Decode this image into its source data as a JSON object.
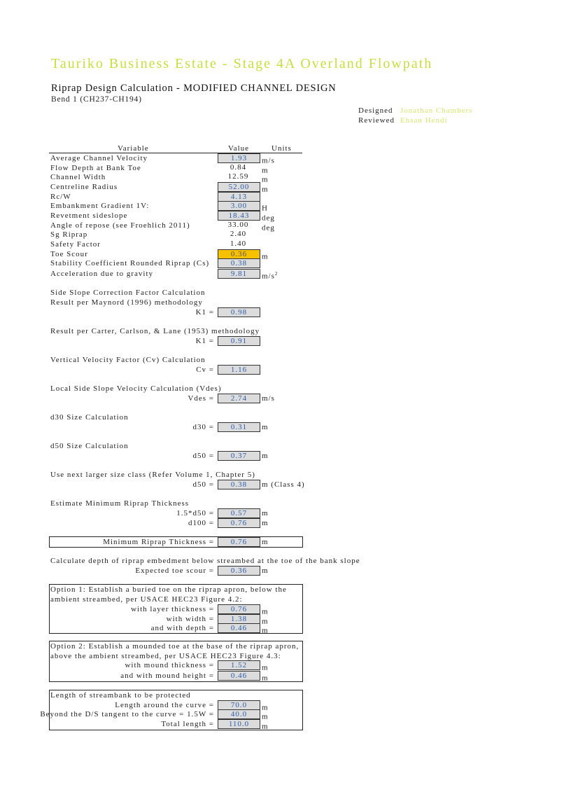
{
  "title": "Tauriko Business Estate - Stage 4A Overland Flowpath",
  "subtitle": "Riprap Design Calculation - MODIFIED CHANNEL DESIGN",
  "bend": "Bend 1 (CH237-CH194)",
  "signoff": {
    "designed_label": "Designed",
    "designed_by": "Jonathan Chambers",
    "reviewed_label": "Reviewed",
    "reviewed_by": "Ehsan Hendi"
  },
  "colors": {
    "title": "#c8e03c",
    "input_value": "#2a5caa",
    "highlight": "#f6c100"
  },
  "table": {
    "headers": {
      "variable": "Variable",
      "value": "Value",
      "units": "Units"
    },
    "rows": [
      {
        "label": "Average Channel Velocity",
        "value": "1.93",
        "unit": "m/s"
      },
      {
        "label": "Flow Depth at Bank Toe",
        "value": "0.84",
        "unit": "m"
      },
      {
        "label": "Channel Width",
        "value": "12.59",
        "unit": "m"
      },
      {
        "label": "Centreline Radius",
        "value": "52.00",
        "unit": "m"
      },
      {
        "label": "Rc/W",
        "value": "4.13",
        "unit": ""
      },
      {
        "label": "Embankment Gradient 1V:",
        "value": "3.00",
        "unit": "H"
      },
      {
        "label": "Revetment sideslope",
        "value": "18.43",
        "unit": "deg"
      },
      {
        "label": "Angle of repose (see Froehlich 2011)",
        "value": "33.00",
        "unit": "deg"
      },
      {
        "label": "Sg Riprap",
        "value": "2.40",
        "unit": ""
      },
      {
        "label": "Safety Factor",
        "value": "1.40",
        "unit": ""
      },
      {
        "label": "Toe Scour",
        "value": "0.36",
        "unit": "m"
      },
      {
        "label": "Stability Coefficient Rounded Riprap (Cs)",
        "value": "0.38",
        "unit": ""
      },
      {
        "label": "Acceleration due to gravity",
        "value": "9.81",
        "unit": "m/s",
        "unit_sup": "2"
      }
    ]
  },
  "calc": {
    "side_slope_heading": "Side Slope Correction Factor Calculation",
    "maynord_heading": "Result per Maynord (1996) methodology",
    "k1_label": "K1 =",
    "k1_maynord": "0.98",
    "carter_heading": "Result per Carter, Carlson, & Lane (1953) methodology",
    "k1_carter": "0.91",
    "cv_heading": "Vertical Velocity Factor (Cv) Calculation",
    "cv_label": "Cv =",
    "cv": "1.16",
    "vdes_heading": "Local Side Slope Velocity Calculation (Vdes)",
    "vdes_label": "Vdes =",
    "vdes": "2.74",
    "vdes_unit": "m/s",
    "d30_heading": "d30 Size Calculation",
    "d30_label": "d30 =",
    "d30": "0.31",
    "d30_unit": "m",
    "d50_heading": "d50 Size Calculation",
    "d50_label": "d50 =",
    "d50": "0.37",
    "d50_unit": "m",
    "next_heading": "Use next larger size class (Refer Volume 1, Chapter 5)",
    "d50b_label": "d50 =",
    "d50b": "0.38",
    "d50b_unit": "m (Class 4)",
    "thick_heading": "Estimate Minimum Riprap Thickness",
    "t15_label": "1.5*d50 =",
    "t15": "0.57",
    "t15_unit": "m",
    "d100_label": "d100 =",
    "d100": "0.76",
    "d100_unit": "m",
    "min_label": "Minimum Riprap Thickness =",
    "min": "0.76",
    "min_unit": "m",
    "embed_heading": "Calculate depth of riprap embedment below streambed at the toe of the bank slope",
    "scour_label": "Expected toe scour =",
    "scour": "0.36",
    "scour_unit": "m"
  },
  "option1": {
    "line1": "Option 1: Establish a buried toe on the riprap apron, below the",
    "line2": "ambient streambed, per USACE HEC23 Figure 4.2:",
    "rows": [
      {
        "label": "with layer thickness =",
        "value": "0.76",
        "unit": "m"
      },
      {
        "label": "with width =",
        "value": "1.38",
        "unit": "m"
      },
      {
        "label": "and with depth =",
        "value": "0.46",
        "unit": "m"
      }
    ]
  },
  "option2": {
    "line1": "Option 2: Establish a mounded toe at the base of the riprap apron,",
    "line2": "above the ambient streambed, per USACE HEC23 Figure 4.3:",
    "rows": [
      {
        "label": "with mound thickness =",
        "value": "1.52",
        "unit": "m"
      },
      {
        "label": "and with mound height =",
        "value": "0.46",
        "unit": "m"
      }
    ]
  },
  "length": {
    "heading": "Length of streambank to be protected",
    "rows": [
      {
        "label": "Length around the curve =",
        "value": "70.0",
        "unit": "m"
      },
      {
        "label": "Beyond the D/S tangent to the curve = 1.5W =",
        "value": "40.0",
        "unit": "m"
      },
      {
        "label": "Total length =",
        "value": "110.0",
        "unit": "m"
      }
    ]
  }
}
